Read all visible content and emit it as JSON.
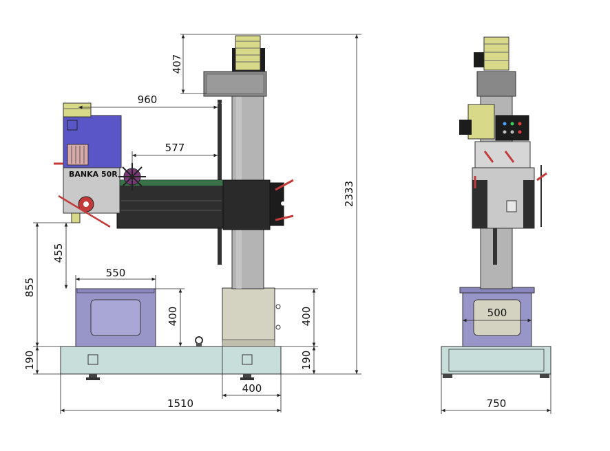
{
  "brand_label": "BANKA 50R",
  "colors": {
    "motor_yellow": "#d9d98a",
    "motor_dark": "#1c1c1c",
    "head_blue": "#5b56c8",
    "column_gray": "#b4b4b4",
    "arm_dark": "#2e2e2e",
    "base_blue": "#9896c9",
    "beige": "#d4d2c0",
    "mint_base": "#c8dedb",
    "handle_red": "#c23a3a"
  },
  "dimensions": {
    "d407": "407",
    "d960": "960",
    "d577": "577",
    "d2333": "2333",
    "d455": "455",
    "d855": "855",
    "d550": "550",
    "d400_table": "400",
    "d400_column": "400",
    "d190_left": "190",
    "d190_right": "190",
    "d400_bottom": "400",
    "d1510": "1510",
    "d500": "500",
    "d750": "750"
  }
}
